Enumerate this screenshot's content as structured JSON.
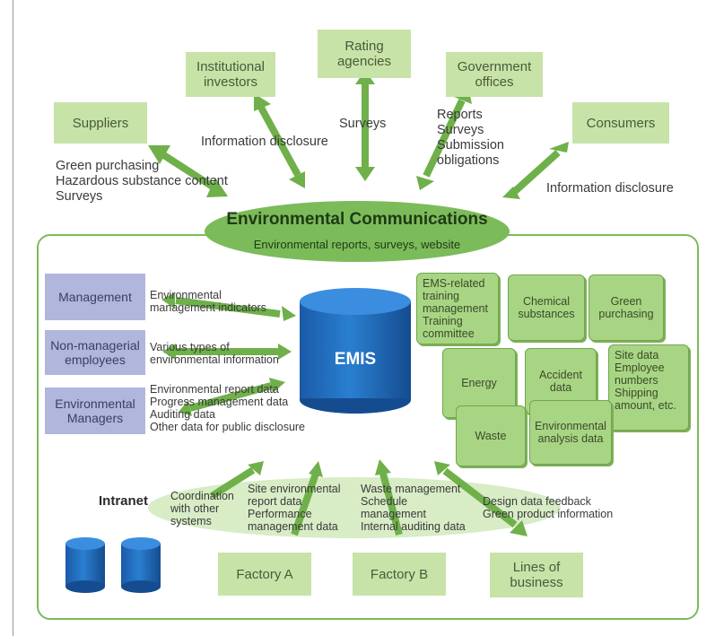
{
  "stakeholders": {
    "institutional_investors": "Institutional\ninvestors",
    "rating_agencies": "Rating\nagencies",
    "government_offices": "Government\noffices",
    "suppliers": "Suppliers",
    "consumers": "Consumers"
  },
  "arrow_labels": {
    "suppliers": "Green purchasing\nHazardous substance content\nSurveys",
    "investors": "Information disclosure",
    "rating": "Surveys",
    "government": "Reports\nSurveys\nSubmission\nobligations",
    "consumers": "Information disclosure"
  },
  "env_comm": {
    "title": "Environmental Communications",
    "subtitle": "Environmental reports, surveys, website"
  },
  "roles": [
    {
      "label": "Management",
      "desc": "Environmental\nmanagement indicators"
    },
    {
      "label": "Non-managerial\nemployees",
      "desc": "Various types of\nenvironmental information"
    },
    {
      "label": "Environmental\nManagers",
      "desc": "Environmental report data\nProgress management data\nAuditing data\nOther data for public disclosure"
    }
  ],
  "emis": {
    "label": "EMIS"
  },
  "data_boxes": {
    "ems": "EMS-related\ntraining\nmanagement\nTraining\ncommittee",
    "chemical": "Chemical\nsubstances",
    "green": "Green\npurchasing",
    "energy": "Energy",
    "accident": "Accident\ndata",
    "site": "Site data\nEmployee\nnumbers\nShipping\namount, etc.",
    "waste": "Waste",
    "env_analysis": "Environmental\nanalysis data"
  },
  "intranet": {
    "label": "Intranet",
    "coord": "Coordination\nwith other\nsystems",
    "site_env": "Site environmental\nreport data\nPerformance\nmanagement data",
    "waste_mgmt": "Waste management\nSchedule\nmanagement\nInternal auditing data",
    "design": "Design data feedback\nGreen product information"
  },
  "bottom": {
    "factory_a": "Factory A",
    "factory_b": "Factory B",
    "lines": "Lines of\nbusiness"
  },
  "colors": {
    "box_green": "#c8e3a8",
    "arrow_green": "#6fb04a",
    "ellipse_green": "#7cbb5a",
    "role_blue": "#b0b6dc",
    "cylinder_blue": "#1f6cc0"
  }
}
